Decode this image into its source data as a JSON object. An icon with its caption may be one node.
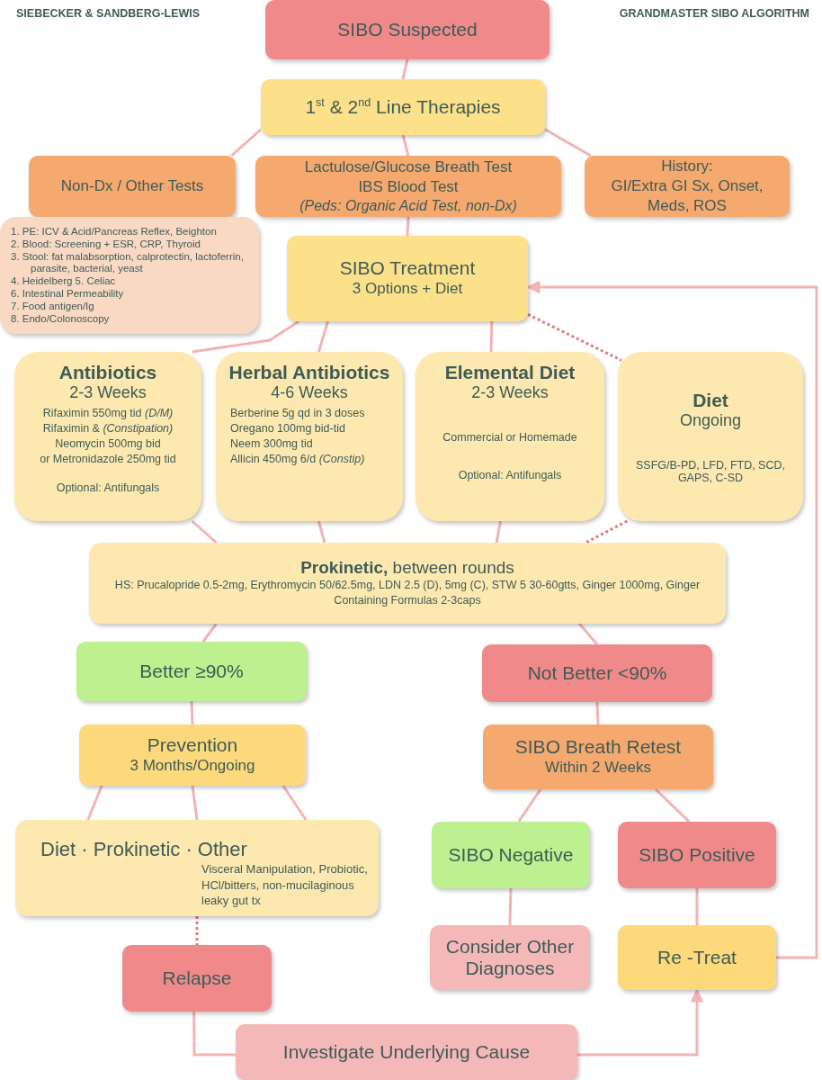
{
  "diagram": {
    "title": "GRANDMASTER SIBO ALGORITHM",
    "nodes": [
      {
        "text": [
          "SIBO Suspected"
        ]
      },
      {
        "text": [
          "1$^{st}$ & 2$^{nd}$ Line Therapies"
        ]
      },
      {
        "text": [
          "Non-Dx / Other Tests"
        ]
      },
      {
        "text": [
          "Lactulose/Glucose Breath Test",
          "IBS Blood Test",
          "(Peds: Organic Acid Test, non-Dx)"
        ]
      },
      {
        "text": [
          "History:",
          "GI/Extra GI Sx, Onset, Meds, ROS"
        ]
      },
      {
        "text": [
          "1. PE: ICV & Acid/Pancreas Reflex, Beighton",
          "2. Blood: Screening + ESR, CRP, Thyroid",
          "3. Stool: fat malabsorption, calprotectin, lactoferrin, parasite, bacterial, yeast",
          "4. Heidelberg 5. Celiac",
          "6. Intestinal Permeability",
          "7. Food antigen/Ig",
          "8. Endo/Colonoscopy"
        ]
      },
      {
        "text": [
          "SIBO Treatment",
          "3 Options + Diet"
        ]
      },
      {
        "text": [
          "Antibiotics",
          "2-3 Weeks",
          "Rifaximin 550mg tid *(D/M)*",
          "Rifaximin & *(Constipation)* Neomycin 500mg bid",
          "or Metronidazole 250mg tid",
          "Optional: Antifungals"
        ]
      },
      {
        "text": [
          "Herbal Antibiotics",
          "4-6 Weeks",
          "Berberine 5g qd in 3 doses",
          "Oregano 100mg bid-tid",
          "Neem 300mg tid",
          "Allicin 450mg 6/d *(Constip)*"
        ]
      },
      {
        "text": [
          "Elemental Diet",
          "2-3 Weeks",
          "Commercial or Homemade",
          "Optional: Antifungals"
        ]
      },
      {
        "text": [
          "Diet",
          "Ongoing",
          "SSFG/B-PD, LFD, FTD, SCD, GAPS, C-SD"
        ]
      },
      {
        "text": [
          "**Prokinetic,** between rounds",
          "HS: Prucalopride 0.5-2mg, Erythromycin 50/62.5mg, LDN 2.5 (D), 5mg (C), STW 5 30-60gtts, Ginger 1000mg, Ginger Containing Formulas 2-3caps"
        ]
      },
      {
        "text": [
          "Better ≥90%"
        ]
      },
      {
        "text": [
          "Not Better <90%"
        ]
      },
      {
        "text": [
          "Prevention",
          "3 Months/Ongoing"
        ]
      },
      {
        "text": [
          "SIBO Breath Retest",
          "Within 2 Weeks"
        ]
      },
      {
        "text": [
          "Diet · Prokinetic · Other",
          "Visceral Manipulation, Probiotic, HCl/bitters, non-mucilaginous leaky gut tx"
        ]
      },
      {
        "text": [
          "SIBO Negative"
        ]
      },
      {
        "text": [
          "SIBO Positive"
        ]
      },
      {
        "text": [
          "Consider Other Diagnoses"
        ]
      },
      {
        "text": [
          "Re -Treat"
        ]
      },
      {
        "text": [
          "Relapse"
        ]
      },
      {
        "text": [
          "Investigate Underlying Cause"
        ]
      }
    ],
    "edges": [
      {
        "from": 0,
        "to": 1,
        "arrow": "none"
      },
      {
        "from": 1,
        "to": 2,
        "arrow": "none"
      },
      {
        "from": 1,
        "to": 3,
        "arrow": "none"
      },
      {
        "from": 1,
        "to": 4,
        "arrow": "none"
      },
      {
        "from": 3,
        "to": 6,
        "arrow": "none"
      },
      {
        "from": 6,
        "to": 7,
        "arrow": "none"
      },
      {
        "from": 6,
        "to": 8,
        "arrow": "none"
      },
      {
        "from": 6,
        "to": 9,
        "arrow": "none"
      },
      {
        "from": 6,
        "to": 10,
        "arrow": "none",
        "style": "dashed",
        "color": "#e57878"
      },
      {
        "from": 7,
        "to": 11,
        "arrow": "none"
      },
      {
        "from": 8,
        "to": 11,
        "arrow": "none"
      },
      {
        "from": 9,
        "to": 11,
        "arrow": "none"
      },
      {
        "from": 10,
        "to": 11,
        "arrow": "none",
        "style": "dashed",
        "color": "#e57878"
      },
      {
        "from": 11,
        "to": 12,
        "arrow": "none"
      },
      {
        "from": 11,
        "to": 13,
        "arrow": "none"
      },
      {
        "from": 12,
        "to": 14,
        "arrow": "none"
      },
      {
        "from": 14,
        "to": 16,
        "arrow": "none"
      },
      {
        "from": 14,
        "to": 16,
        "arrow": "none"
      },
      {
        "from": 14,
        "to": 16,
        "arrow": "none"
      },
      {
        "from": 13,
        "to": 15,
        "arrow": "none"
      },
      {
        "from": 15,
        "to": 17,
        "arrow": "none"
      },
      {
        "from": 15,
        "to": 18,
        "arrow": "none"
      },
      {
        "from": 17,
        "to": 19,
        "arrow": "none"
      },
      {
        "from": 18,
        "to": 20,
        "arrow": "none"
      },
      {
        "from": 16,
        "to": 21,
        "arrow": "none",
        "style": "dashed",
        "color": "#e57878"
      },
      {
        "from": 21,
        "to": 22,
        "arrow": "none"
      },
      {
        "from": 22,
        "to": 20,
        "arrow": "to"
      },
      {
        "from": 20,
        "to": 6,
        "arrow": "to"
      }
    ],
    "labels": [
      "SIEBECKER & SANDBERG-LEWIS"
    ]
  }
}
